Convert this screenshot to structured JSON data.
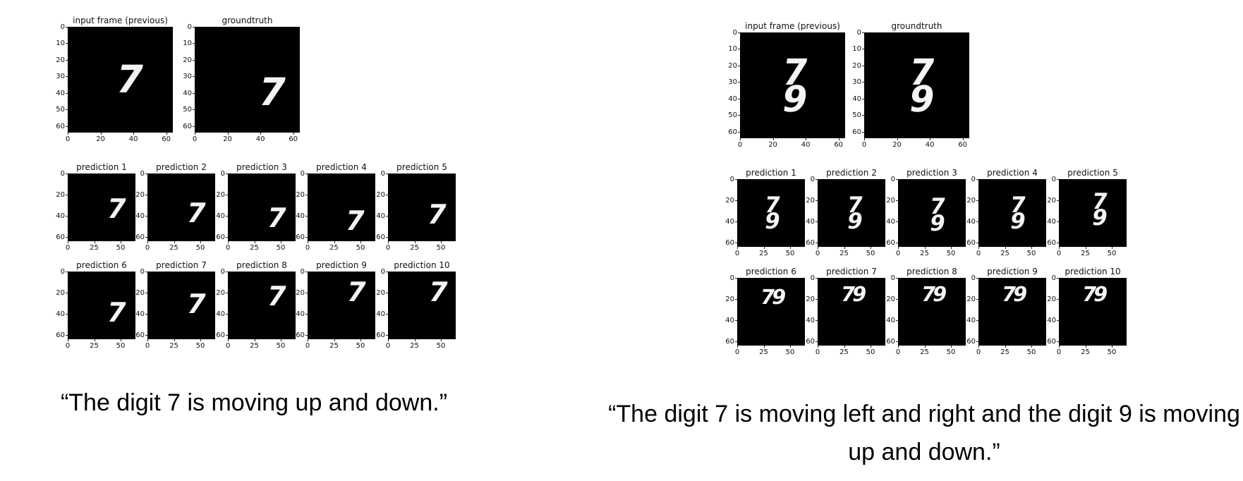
{
  "panels": [
    {
      "top_titles": [
        "input frame (previous)",
        "groundtruth"
      ],
      "top_digits": [
        "7",
        "7"
      ],
      "top_ticks_y": [
        "0",
        "10",
        "20",
        "30",
        "40",
        "50",
        "60"
      ],
      "top_ticks_x": [
        "0",
        "20",
        "40",
        "60"
      ],
      "pred_titles": [
        "prediction 1",
        "prediction 2",
        "prediction 3",
        "prediction 4",
        "prediction 5",
        "prediction 6",
        "prediction 7",
        "prediction 8",
        "prediction 9",
        "prediction 10"
      ],
      "pred_digits": [
        "7",
        "7",
        "7",
        "7",
        "7",
        "7",
        "7",
        "7",
        "7",
        "7"
      ],
      "pred_ticks_y": [
        "0",
        "20",
        "40",
        "60"
      ],
      "pred_ticks_x": [
        "0",
        "25",
        "50"
      ],
      "caption": "“The digit 7 is moving up and down.”"
    },
    {
      "top_titles": [
        "input frame (previous)",
        "groundtruth"
      ],
      "top_digits": [
        "7 9",
        "7 9"
      ],
      "top_ticks_y": [
        "0",
        "10",
        "20",
        "30",
        "40",
        "50",
        "60"
      ],
      "top_ticks_x": [
        "0",
        "20",
        "40",
        "60"
      ],
      "pred_titles": [
        "prediction 1",
        "prediction 2",
        "prediction 3",
        "prediction 4",
        "prediction 5",
        "prediction 6",
        "prediction 7",
        "prediction 8",
        "prediction 9",
        "prediction 10"
      ],
      "pred_digits": [
        "7 9",
        "7 9",
        "7 9",
        "7 9",
        "7 9",
        "7 9",
        "7 9",
        "7 9",
        "7 9",
        "7 9"
      ],
      "pred_ticks_y": [
        "0",
        "20",
        "40",
        "60"
      ],
      "pred_ticks_x": [
        "0",
        "25",
        "50"
      ],
      "caption": "“The digit 7 is moving left and right and the digit 9 is moving up and down.”"
    }
  ]
}
